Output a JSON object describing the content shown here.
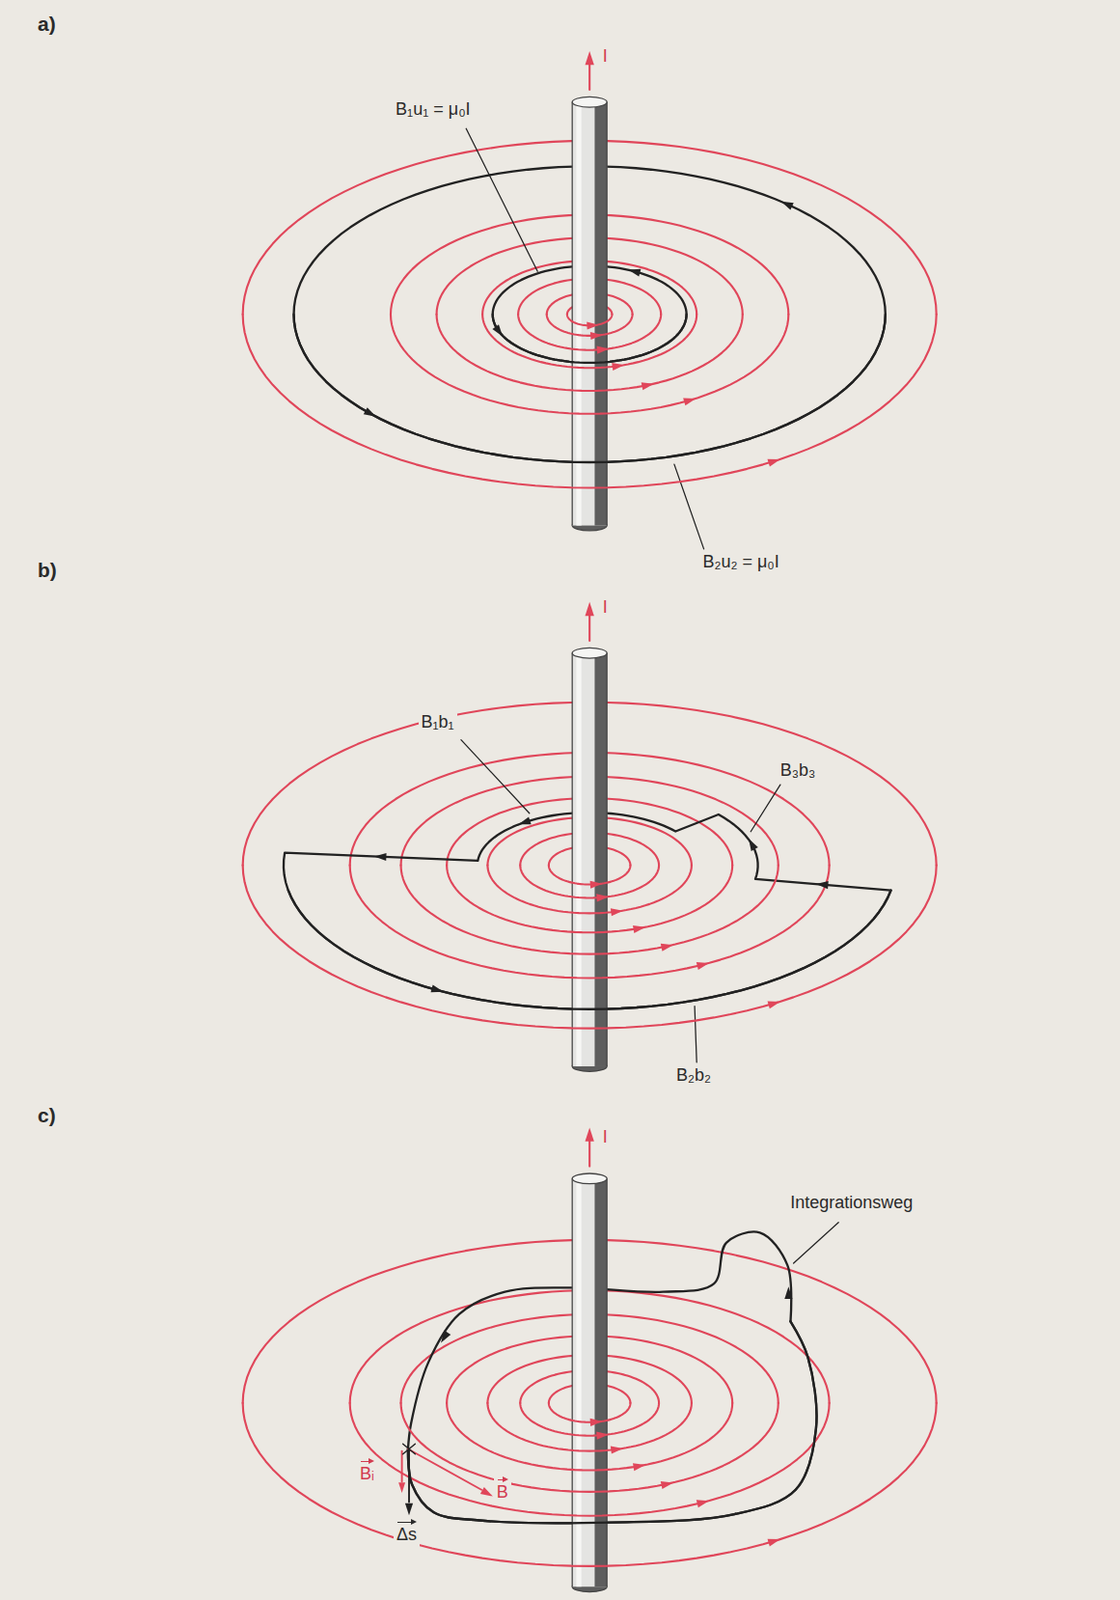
{
  "diagram": {
    "labels": [
      "a)",
      "I",
      "B₁u₁ = μ₀I",
      "B₂u₂ = μ₀I",
      "b)",
      "I",
      "B₁b₁",
      "B₃b₃",
      "B₂b₂",
      "c)",
      "I",
      "Integrationsweg",
      "Bᵢ",
      "B",
      "Δs"
    ]
  }
}
